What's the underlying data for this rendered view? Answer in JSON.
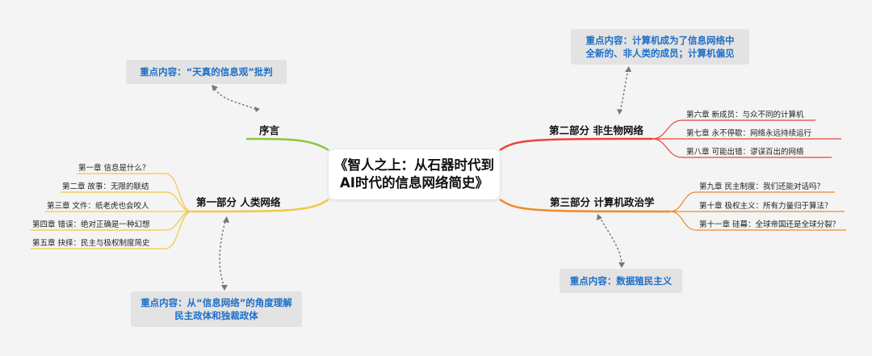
{
  "central": {
    "line1": "《智人之上：从石器时代到",
    "line2": "AI时代的信息网络简史》"
  },
  "branches": {
    "preface": {
      "label": "序言",
      "color": "#8fc640"
    },
    "part1": {
      "label": "第一部分 人类网络",
      "color": "#f2c744",
      "chapters": [
        "第一章 信息是什么？",
        "第二章 故事：无限的联结",
        "第三章 文件：纸老虎也会咬人",
        "第四章 错误：绝对正确是一种幻想",
        "第五章 抉择：民主与极权制度简史"
      ]
    },
    "part2": {
      "label": "第二部分 非生物网络",
      "color": "#e8443a",
      "chapters": [
        "第六章 新成员：与众不同的计算机",
        "第七章 永不停歇：网络永远持续运行",
        "第八章 可能出错：谬误百出的网络"
      ]
    },
    "part3": {
      "label": "第三部分 计算机政治学",
      "color": "#f08a2c",
      "chapters": [
        "第九章 民主制度：我们还能对话吗？",
        "第十章 极权主义：所有力量归于算法？",
        "第十一章 硅幕：全球帝国还是全球分裂？"
      ]
    }
  },
  "notes": {
    "preface": {
      "line1": "重点内容：“天真的信息观”批判"
    },
    "part1": {
      "line1": "重点内容：从“信息网络”的角度理解",
      "line2": "民主政体和独裁政体"
    },
    "part2": {
      "line1": "重点内容：计算机成为了信息网络中",
      "line2": "全新的、非人类的成员；计算机偏见"
    },
    "part3": {
      "line1": "重点内容：数据殖民主义"
    }
  },
  "colors": {
    "background": "#f4f4f4",
    "note_text": "#1e6fc8",
    "note_bg": "#e3e3e3",
    "connector": "#777777"
  }
}
